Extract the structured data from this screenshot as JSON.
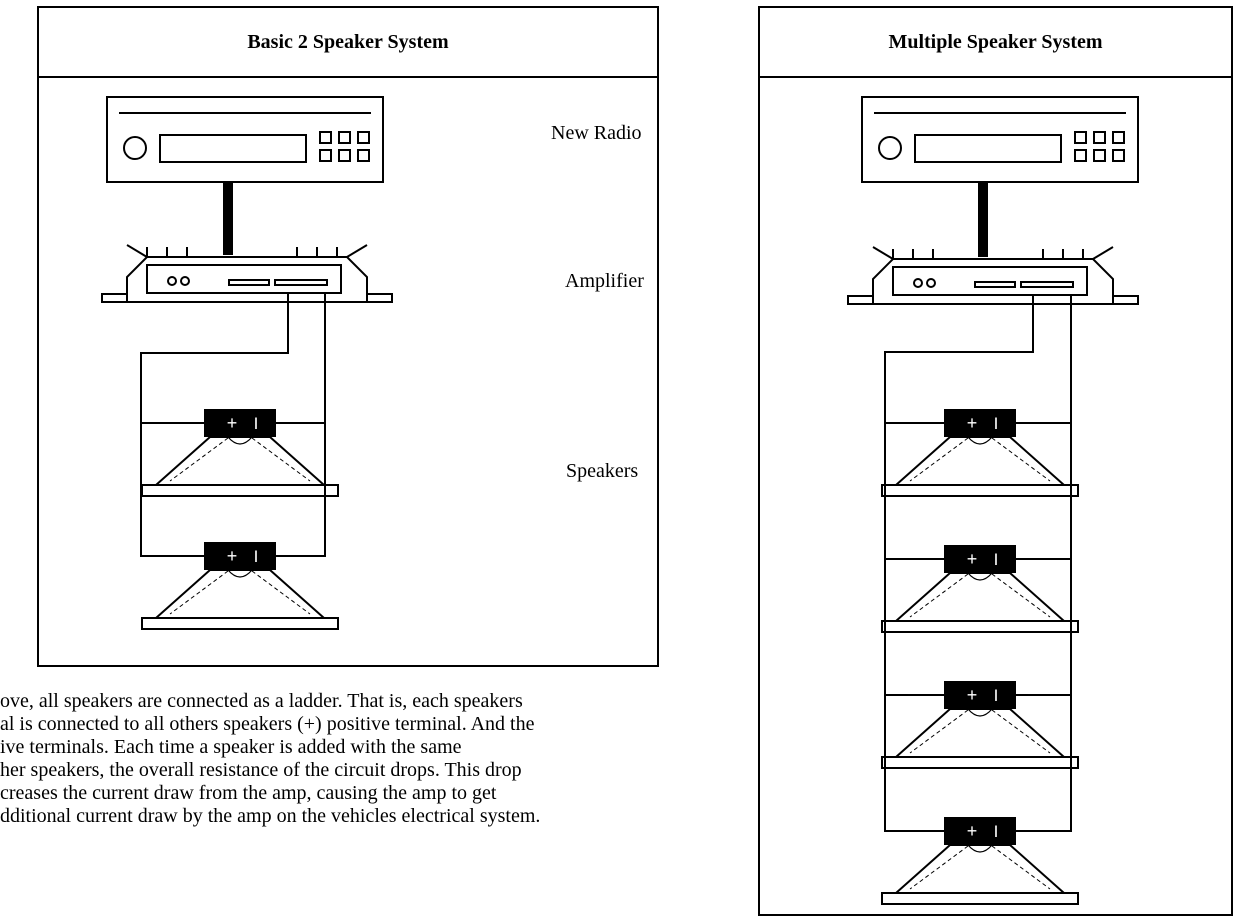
{
  "panels": {
    "basic": {
      "title": "Basic 2 Speaker System"
    },
    "multiple": {
      "title": "Multiple Speaker System"
    }
  },
  "labels": {
    "radio": "New Radio",
    "amplifier": "Amplifier",
    "speakers": "Speakers"
  },
  "speaker_terminals": {
    "plus": "+",
    "minus": "I"
  },
  "description": {
    "lines": [
      "ove, all speakers are connected as a ladder.  That is, each speakers",
      "al is connected to all others speakers (+) positive terminal.  And the",
      "ive terminals.  Each time a speaker is added with the same",
      "her speakers, the overall resistance of the circuit drops.  This drop",
      "creases the current draw from the amp, causing the amp to get",
      "dditional current draw by the amp on the vehicles electrical system."
    ]
  }
}
